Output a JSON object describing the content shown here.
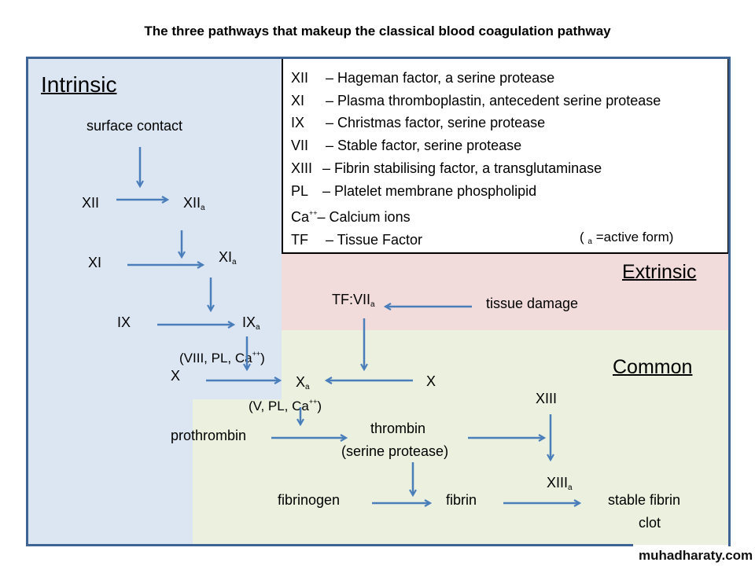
{
  "title": "The three pathways that makeup the classical blood coagulation pathway",
  "colors": {
    "intrinsic": "#dce6f2",
    "extrinsic": "#f2dcdb",
    "common": "#ebf1de",
    "border": "#3e6495",
    "arrow": "#4a7ebb"
  },
  "sections": {
    "intrinsic": "Intrinsic",
    "extrinsic": "Extrinsic",
    "common": "Common"
  },
  "legend": [
    {
      "abbr": "XII",
      "text": "– Hageman factor, a serine protease"
    },
    {
      "abbr": "XI",
      "text": "– Plasma thromboplastin, antecedent serine protease"
    },
    {
      "abbr": "IX",
      "text": "– Christmas factor, serine protease"
    },
    {
      "abbr": "VII",
      "text": "– Stable factor, serine protease"
    },
    {
      "abbr": "XIII",
      "text": "– Fibrin stabilising factor, a transglutaminase"
    },
    {
      "abbr": "PL",
      "text": "–  Platelet membrane phospholipid"
    },
    {
      "abbr": "Ca",
      "sup": "++",
      "text": "– Calcium ions"
    },
    {
      "abbr": "TF",
      "text": "–  Tissue Factor"
    }
  ],
  "legend_note": {
    "open": "(",
    "sub": "a",
    "rest": "=active form)"
  },
  "nodes": {
    "surface_contact": "surface contact",
    "xii": "XII",
    "xiia": "XII",
    "xi": "XI",
    "xia": "XI",
    "ix": "IX",
    "ixa": "IX",
    "x_left": "X",
    "xa": "X",
    "x_right": "X",
    "cofactor1": "(VIII, PL,    Ca",
    "cofactor2": "(V, PL,    Ca",
    "plusplus": "++",
    "close": ")",
    "tf_viia": "TF:VII",
    "tissue_damage": "tissue damage",
    "prothrombin": "prothrombin",
    "thrombin": "thrombin",
    "serine_protease": "(serine protease)",
    "xiii": "XIII",
    "xiiia": "XIII",
    "fibrinogen": "fibrinogen",
    "fibrin": "fibrin",
    "stable1": "stable fibrin",
    "stable2": "clot",
    "sub_a": "a"
  },
  "watermark": "muhadharaty.com"
}
